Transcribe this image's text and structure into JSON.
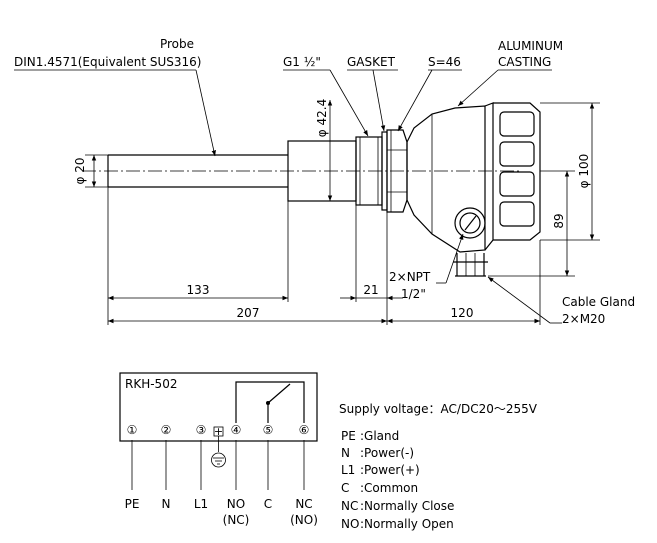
{
  "labels": {
    "probe": "Probe",
    "material": "DIN1.4571(Equivalent SUS316)",
    "g_thread": "G1 ½\"",
    "gasket": "GASKET",
    "s46": "S=46",
    "aluminum": "ALUMINUM",
    "casting": "CASTING",
    "npt_a": "2×NPT",
    "npt_b": "1/2\"",
    "cable_gland": "Cable Gland",
    "m20": "2×M20"
  },
  "dimensions": {
    "phi20": "φ 20",
    "phi424": "φ 42.4",
    "phi100": "φ 100",
    "d89": "89",
    "d133": "133",
    "d21": "21",
    "d207": "207",
    "d120": "120"
  },
  "wiring": {
    "model": "RKH-502",
    "terminals": [
      "①",
      "②",
      "③",
      "④",
      "⑤",
      "⑥"
    ],
    "terminal_labels": [
      "PE",
      "N",
      "L1",
      "NO",
      "C",
      "NC"
    ],
    "terminal_sub": [
      "",
      "",
      "",
      "(NC)",
      "",
      "(NO)"
    ],
    "supply": "Supply voltage：AC/DC20～255V",
    "legend": [
      {
        "code": "PE",
        "desc": ":Gland"
      },
      {
        "code": "N",
        "desc": ":Power(-)"
      },
      {
        "code": "L1",
        "desc": ":Power(+)"
      },
      {
        "code": "C",
        "desc": ":Common"
      },
      {
        "code": "NC",
        "desc": ":Normally Close"
      },
      {
        "code": "NO",
        "desc": ":Normally Open"
      }
    ]
  }
}
